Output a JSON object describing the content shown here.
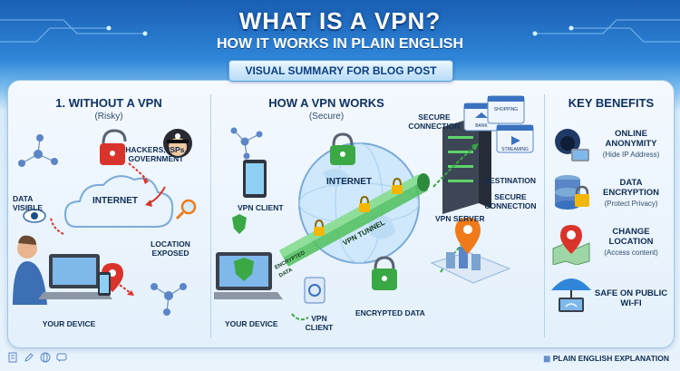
{
  "header": {
    "title": "WHAT IS A VPN?",
    "subtitle": "HOW IT WORKS IN PLAIN ENGLISH",
    "banner": "VISUAL SUMMARY FOR BLOG POST"
  },
  "without_vpn": {
    "title": "1. WITHOUT A VPN",
    "sub": "(Risky)",
    "threats": "HACKERS, ISPs, GOVERNMENT",
    "data_visible": "DATA VISIBLE",
    "internet": "INTERNET",
    "location_exposed": "LOCATION EXPOSED",
    "device": "YOUR DEVICE"
  },
  "how_vpn": {
    "title": "HOW A VPN WORKS",
    "sub": "(Secure)",
    "secure_connection_top": "SECURE CONNECTION",
    "internet": "INTERNET",
    "vpn_client": "VPN CLIENT",
    "vpn_tunnel": "VPN TUNNEL",
    "encrypted_tag": "ENCRYPTED DATA",
    "vpn_server": "VPN SERVER",
    "destination": "DESTINATION",
    "secure_connection_bottom": "SECURE CONNECTION",
    "device": "YOUR DEVICE",
    "vpn_client_bottom": "VPN CLIENT",
    "encrypted_data": "ENCRYPTED DATA",
    "sites": [
      "BANK",
      "SHOPPING",
      "STREAMING"
    ]
  },
  "benefits": {
    "title": "KEY BENEFITS",
    "items": [
      {
        "title": "ONLINE ANONYMITY",
        "sub": "(Hide IP Address)",
        "icon": "hacker-laptop-icon"
      },
      {
        "title": "DATA ENCRYPTION",
        "sub": "(Protect Privacy)",
        "icon": "database-lock-icon"
      },
      {
        "title": "CHANGE LOCATION",
        "sub": "(Access content)",
        "icon": "map-pin-icon"
      },
      {
        "title": "SAFE ON PUBLIC WI-FI",
        "sub": "",
        "icon": "umbrella-laptop-icon"
      }
    ]
  },
  "footer": {
    "text": "PLAIN ENGLISH EXPLANATION"
  },
  "colors": {
    "header_blue": "#1a5fb4",
    "danger_red": "#d9342b",
    "secure_green": "#3aa845",
    "lock_gold": "#f2b705",
    "accent_orange": "#f07a1a"
  }
}
